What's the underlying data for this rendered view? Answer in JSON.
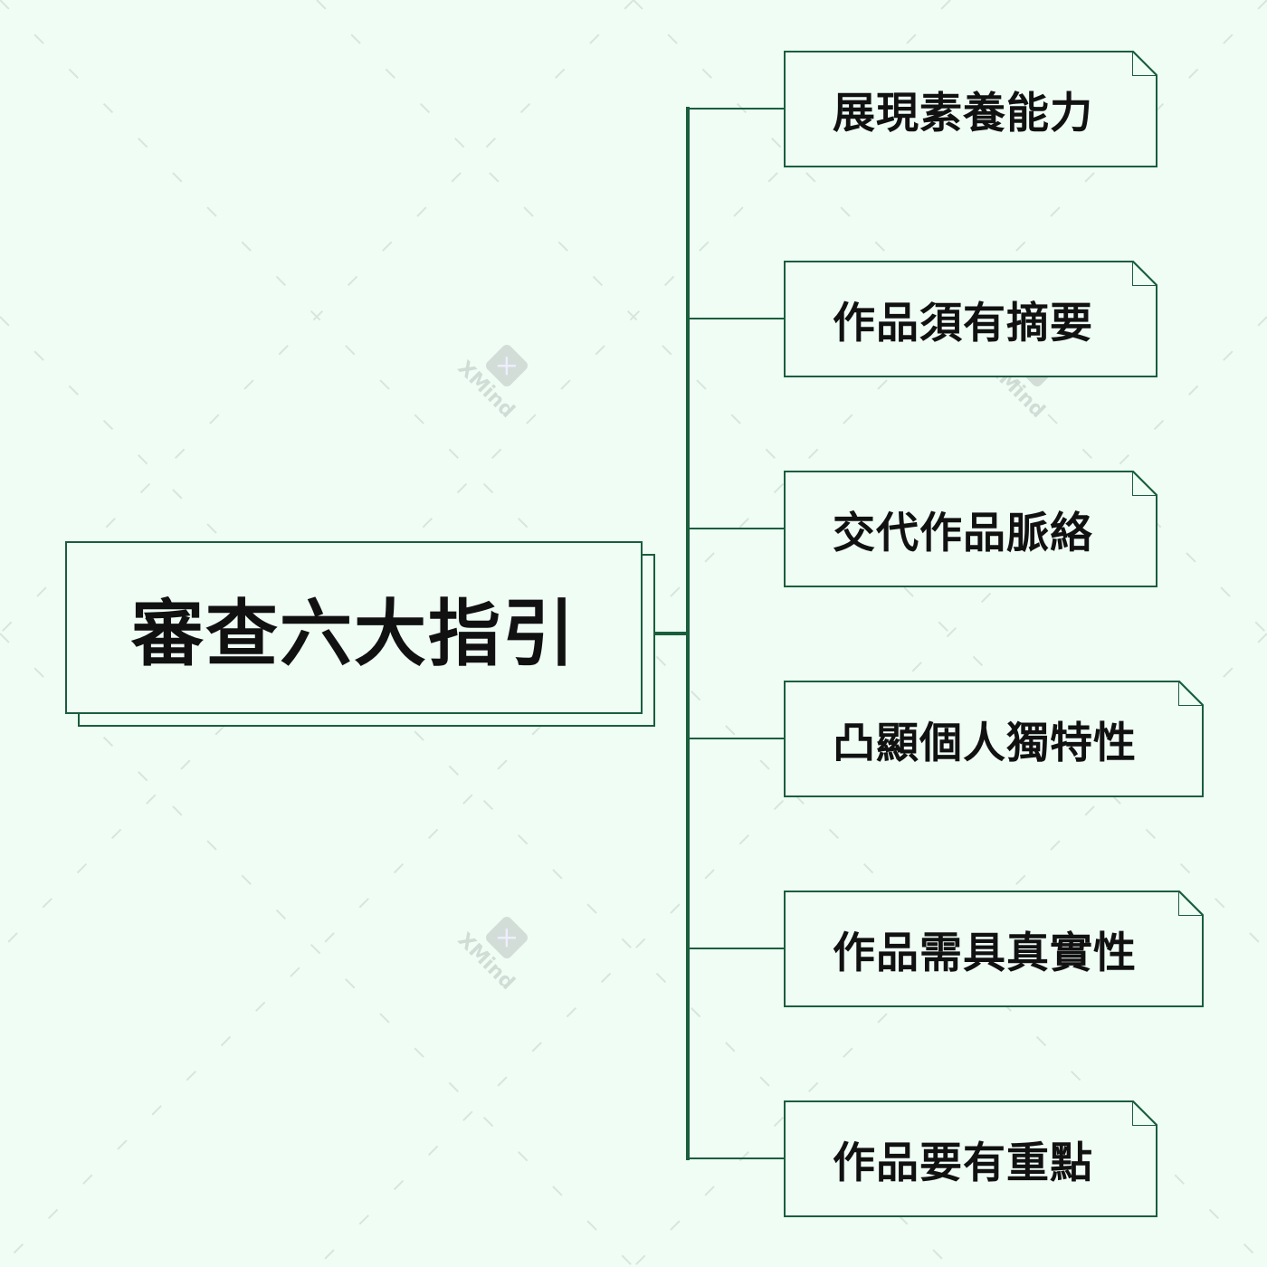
{
  "root": {
    "label": "審查六大指引"
  },
  "children": [
    {
      "label": "展現素養能力"
    },
    {
      "label": "作品須有摘要"
    },
    {
      "label": "交代作品脈絡"
    },
    {
      "label": "凸顯個人獨特性"
    },
    {
      "label": "作品需具真實性"
    },
    {
      "label": "作品要有重點"
    }
  ],
  "watermark": {
    "text": "XMind"
  },
  "colors": {
    "background": "#effdf5",
    "line": "#1a5e3c",
    "text": "#111111"
  }
}
